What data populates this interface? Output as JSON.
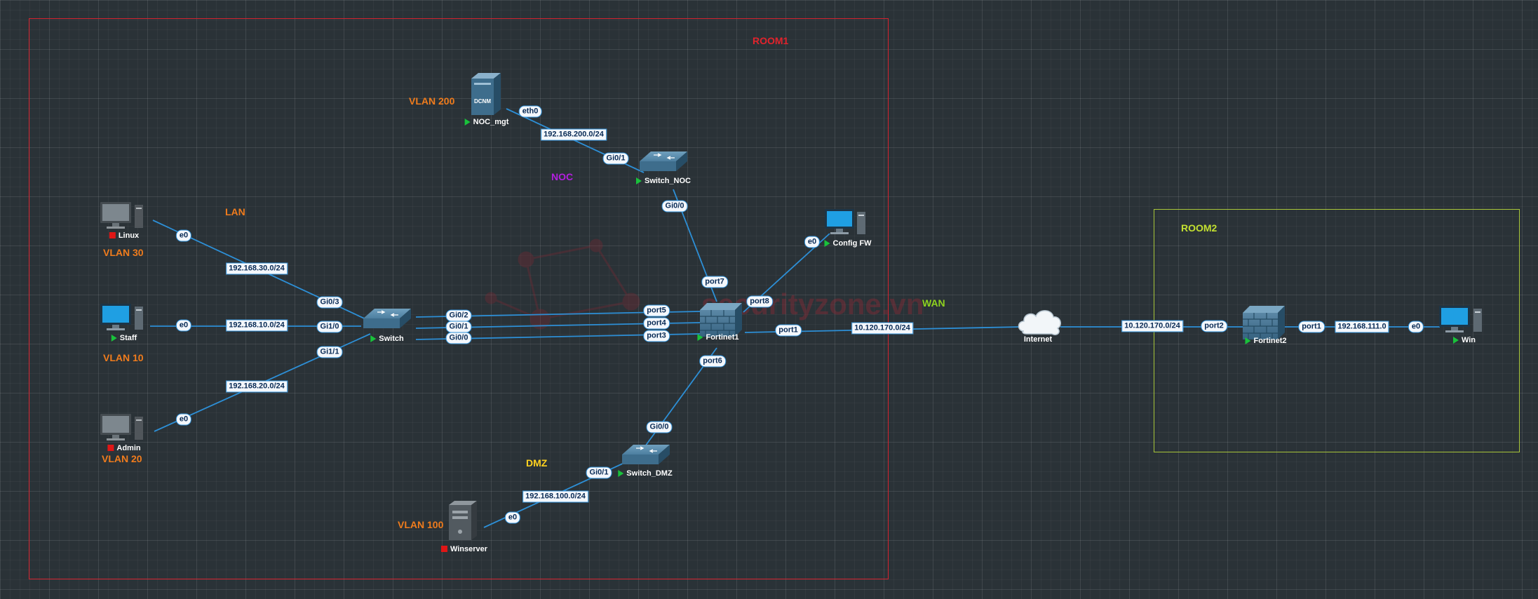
{
  "zones": [
    {
      "id": "room1",
      "label": "ROOM1",
      "color": "#d4232f"
    },
    {
      "id": "room2",
      "label": "ROOM2",
      "color": "#a9c63a"
    }
  ],
  "annotations": {
    "lan": "LAN",
    "noc": "NOC",
    "dmz": "DMZ",
    "wan": "WAN",
    "vlan200": "VLAN 200",
    "vlan30": "VLAN 30",
    "vlan10": "VLAN 10",
    "vlan20": "VLAN 20",
    "vlan100": "VLAN 100"
  },
  "watermark": "securityzone.vn",
  "nodes": [
    {
      "id": "noc_mgt",
      "label": "NOC_mgt",
      "type": "server-dcnm",
      "status": "running",
      "icon_text": "DCNM"
    },
    {
      "id": "switch_noc",
      "label": "Switch_NOC",
      "type": "switch",
      "status": "running"
    },
    {
      "id": "config_fw",
      "label": "Config FW",
      "type": "pc",
      "status": "running"
    },
    {
      "id": "linux",
      "label": "Linux",
      "type": "pc",
      "status": "stopped"
    },
    {
      "id": "staff",
      "label": "Staff",
      "type": "pc",
      "status": "running"
    },
    {
      "id": "admin",
      "label": "Admin",
      "type": "pc",
      "status": "stopped"
    },
    {
      "id": "switch",
      "label": "Switch",
      "type": "switch",
      "status": "running"
    },
    {
      "id": "fortinet1",
      "label": "Fortinet1",
      "type": "firewall",
      "status": "running"
    },
    {
      "id": "switch_dmz",
      "label": "Switch_DMZ",
      "type": "switch",
      "status": "running"
    },
    {
      "id": "winserver",
      "label": "Winserver",
      "type": "server",
      "status": "stopped"
    },
    {
      "id": "internet",
      "label": "Internet",
      "type": "cloud",
      "status": "none"
    },
    {
      "id": "fortinet2",
      "label": "Fortinet2",
      "type": "firewall",
      "status": "running"
    },
    {
      "id": "win",
      "label": "Win",
      "type": "pc",
      "status": "running"
    }
  ],
  "interfaces": {
    "noc_eth0": "eth0",
    "noc_sw_gi01": "Gi0/1",
    "noc_sw_gi00": "Gi0/0",
    "fw1_port7": "port7",
    "fw1_port8": "port8",
    "cfg_e0": "e0",
    "linux_e0": "e0",
    "sw_gi03": "Gi0/3",
    "staff_e0": "e0",
    "sw_gi10": "Gi1/0",
    "admin_e0": "e0",
    "sw_gi11": "Gi1/1",
    "sw_gi02": "Gi0/2",
    "sw_gi01": "Gi0/1",
    "sw_gi00": "Gi0/0",
    "fw1_port5": "port5",
    "fw1_port4": "port4",
    "fw1_port3": "port3",
    "fw1_port1": "port1",
    "fw1_port6": "port6",
    "dmz_gi00": "Gi0/0",
    "dmz_gi01": "Gi0/1",
    "winsrv_e0": "e0",
    "fw2_port2": "port2",
    "fw2_port1": "port1",
    "win_e0": "e0"
  },
  "networks": {
    "noc": "192.168.200.0/24",
    "vlan30": "192.168.30.0/24",
    "vlan10": "192.168.10.0/24",
    "vlan20": "192.168.20.0/24",
    "dmz": "192.168.100.0/24",
    "wan1": "10.120.170.0/24",
    "wan2": "10.120.170.0/24",
    "room2_lan": "192.168.111.0"
  },
  "colors": {
    "link": "#2d8fd6",
    "running": "#19c23b",
    "stopped": "#e01616",
    "device": "#3e6d8c"
  }
}
